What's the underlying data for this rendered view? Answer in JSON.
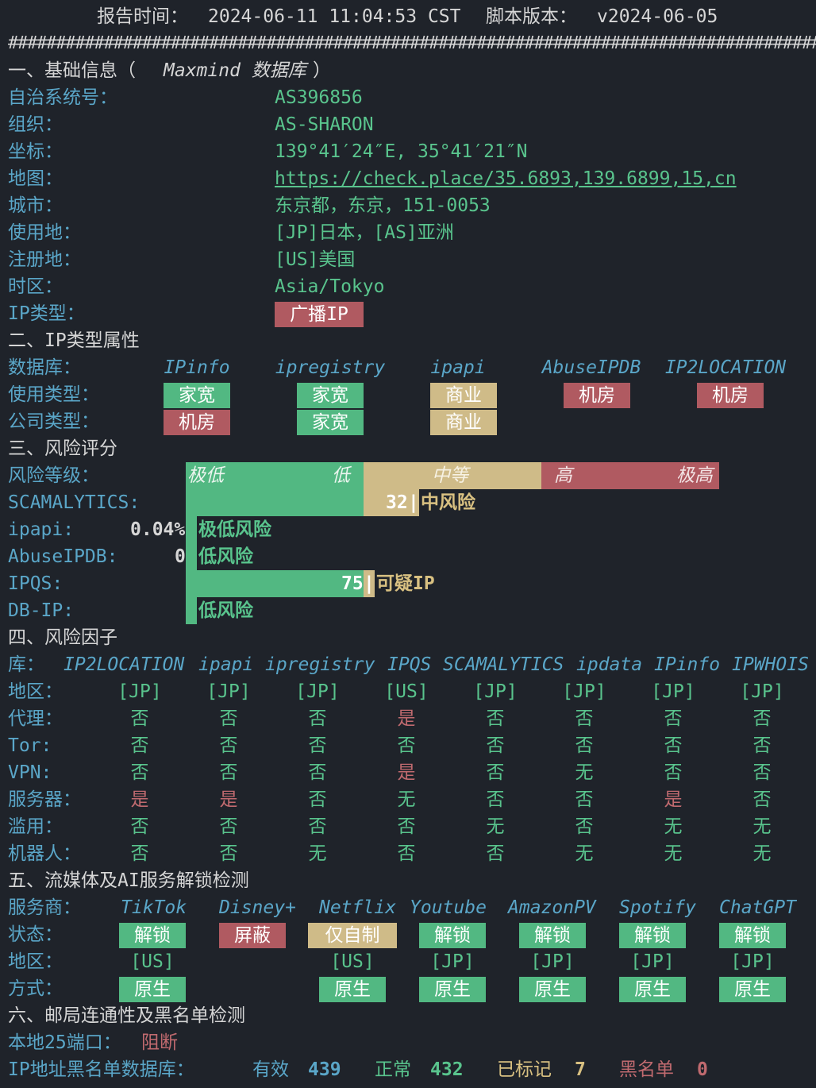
{
  "header": {
    "report_time_label": "报告时间：",
    "report_time": "2024-06-11 11:04:53 CST",
    "script_version_label": "脚本版本：",
    "script_version": "v2024-06-05"
  },
  "separator": "##########################################################################################",
  "basic": {
    "title_prefix": "一、基础信息（",
    "title_em": "Maxmind 数据库",
    "title_suffix": "）",
    "asn_label": "自治系统号：",
    "asn": "AS396856",
    "org_label": "组织：",
    "org": "AS-SHARON",
    "coord_label": "坐标：",
    "coord": "139°41′24″E, 35°41′21″N",
    "map_label": "地图：",
    "map": "https://check.place/35.6893,139.6899,15,cn",
    "city_label": "城市：",
    "city": "东京都，东京，151-0053",
    "usage_label": "使用地：",
    "usage": "[JP]日本，[AS]亚洲",
    "reg_label": "注册地：",
    "reg": "[US]美国",
    "tz_label": "时区：",
    "tz": "Asia/Tokyo",
    "iptype_label": "IP类型：",
    "iptype": "广播IP"
  },
  "type_attr": {
    "title": "二、IP类型属性",
    "db_label": "数据库：",
    "dbs": [
      "IPinfo",
      "ipregistry",
      "ipapi",
      "AbuseIPDB",
      "IP2LOCATION"
    ],
    "use_label": "使用类型：",
    "use": [
      "家宽",
      "家宽",
      "商业",
      "机房",
      "机房"
    ],
    "company_label": "公司类型：",
    "company": [
      "机房",
      "家宽",
      "商业"
    ],
    "colors": {
      "green": "#52b882",
      "red": "#b05a61",
      "yellow": "#cfbb88"
    }
  },
  "risk": {
    "title": "三、风险评分",
    "level_label": "风险等级：",
    "levels": [
      "极低",
      "低",
      "中等",
      "高",
      "极高"
    ],
    "rows": [
      {
        "label": "SCAMALYTICS:",
        "score": "32",
        "text": "中风险",
        "fraction": 0.32
      },
      {
        "label": "ipapi:",
        "score": "0.04%",
        "text": "极低风险",
        "fraction": 0.0
      },
      {
        "label": "AbuseIPDB:",
        "score": "0",
        "text": "低风险",
        "fraction": 0.0
      },
      {
        "label": "IPQS:",
        "score": "75",
        "text": "可疑IP",
        "fraction": 0.75
      },
      {
        "label": "DB-IP:",
        "score": "",
        "text": "低风险",
        "fraction": 0.0
      }
    ],
    "bar_char": "|"
  },
  "factors": {
    "title": "四、风险因子",
    "lib_label": "库：",
    "libs": [
      "IP2LOCATION",
      "ipapi",
      "ipregistry",
      "IPQS",
      "SCAMALYTICS",
      "ipdata",
      "IPinfo",
      "IPWHOIS"
    ],
    "rows": [
      {
        "label": "地区：",
        "vals": [
          "[JP]",
          "[JP]",
          "[JP]",
          "[US]",
          "[JP]",
          "[JP]",
          "[JP]",
          "[JP]"
        ]
      },
      {
        "label": "代理：",
        "vals": [
          "否",
          "否",
          "否",
          "是",
          "否",
          "否",
          "否",
          "否"
        ]
      },
      {
        "label": "Tor:",
        "vals": [
          "否",
          "否",
          "否",
          "否",
          "否",
          "否",
          "否",
          "否"
        ]
      },
      {
        "label": "VPN:",
        "vals": [
          "否",
          "否",
          "否",
          "是",
          "否",
          "无",
          "否",
          "否"
        ]
      },
      {
        "label": "服务器：",
        "vals": [
          "是",
          "是",
          "否",
          "无",
          "否",
          "否",
          "是",
          "否"
        ]
      },
      {
        "label": "滥用：",
        "vals": [
          "否",
          "否",
          "否",
          "否",
          "无",
          "否",
          "无",
          "无"
        ]
      },
      {
        "label": "机器人：",
        "vals": [
          "否",
          "否",
          "无",
          "否",
          "否",
          "无",
          "无",
          "无"
        ]
      }
    ]
  },
  "streaming": {
    "title": "五、流媒体及AI服务解锁检测",
    "provider_label": "服务商：",
    "providers": [
      "TikTok",
      "Disney+",
      "Netflix",
      "Youtube",
      "AmazonPV",
      "Spotify",
      "ChatGPT"
    ],
    "status_label": "状态：",
    "status": [
      "解锁",
      "屏蔽",
      "仅自制",
      "解锁",
      "解锁",
      "解锁",
      "解锁"
    ],
    "region_label": "地区：",
    "region": [
      "[US]",
      "",
      "[US]",
      "[JP]",
      "[JP]",
      "[JP]",
      "[JP]"
    ],
    "method_label": "方式：",
    "method": [
      "原生",
      "",
      "原生",
      "原生",
      "原生",
      "原生",
      "原生"
    ]
  },
  "mail": {
    "title": "六、邮局连通性及黑名单检测",
    "port_label": "本地25端口：",
    "port": "阻断",
    "bl_label": "IP地址黑名单数据库：",
    "valid_label": "有效",
    "valid": "439",
    "normal_label": "正常",
    "normal": "432",
    "marked_label": "已标记",
    "marked": "7",
    "black_label": "黑名单",
    "black": "0"
  }
}
